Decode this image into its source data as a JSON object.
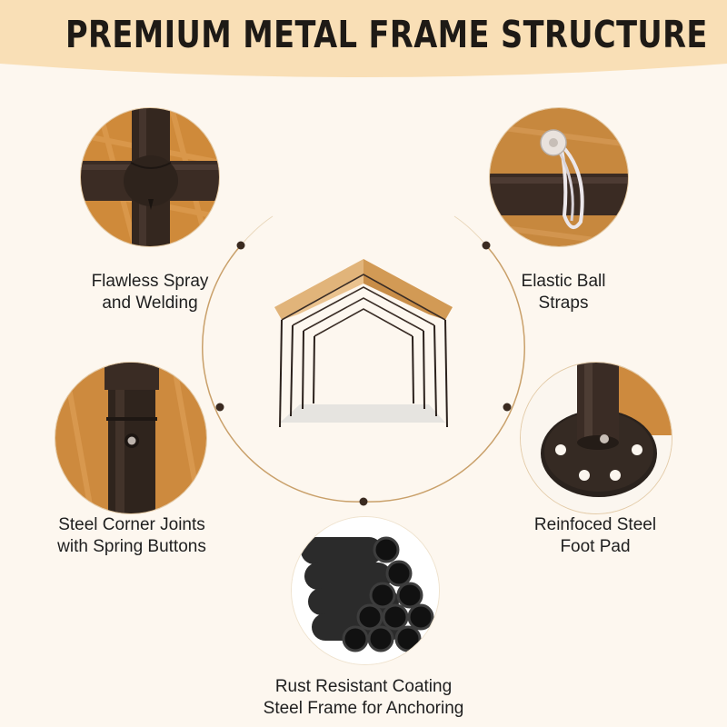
{
  "title": "PREMIUM METAL FRAME STRUCTURE",
  "features": [
    {
      "line1": "Flawless Spray",
      "line2": "and Welding",
      "icon": "welded-joint-icon"
    },
    {
      "line1": "Elastic Ball",
      "line2": "Straps",
      "icon": "ball-strap-icon"
    },
    {
      "line1": "Steel Corner Joints",
      "line2": "with Spring Buttons",
      "icon": "spring-button-icon"
    },
    {
      "line1": "Reinfoced Steel",
      "line2": "Foot Pad",
      "icon": "foot-pad-icon"
    },
    {
      "line1": "Rust Resistant Coating",
      "line2": "Steel Frame for Anchoring",
      "icon": "steel-tubes-icon"
    }
  ],
  "colors": {
    "header_band": "#f9dfb6",
    "canopy": "#d8a668",
    "frame": "#3a2d26",
    "tarp": "#c98a3c",
    "background": "#fdf7ef"
  }
}
